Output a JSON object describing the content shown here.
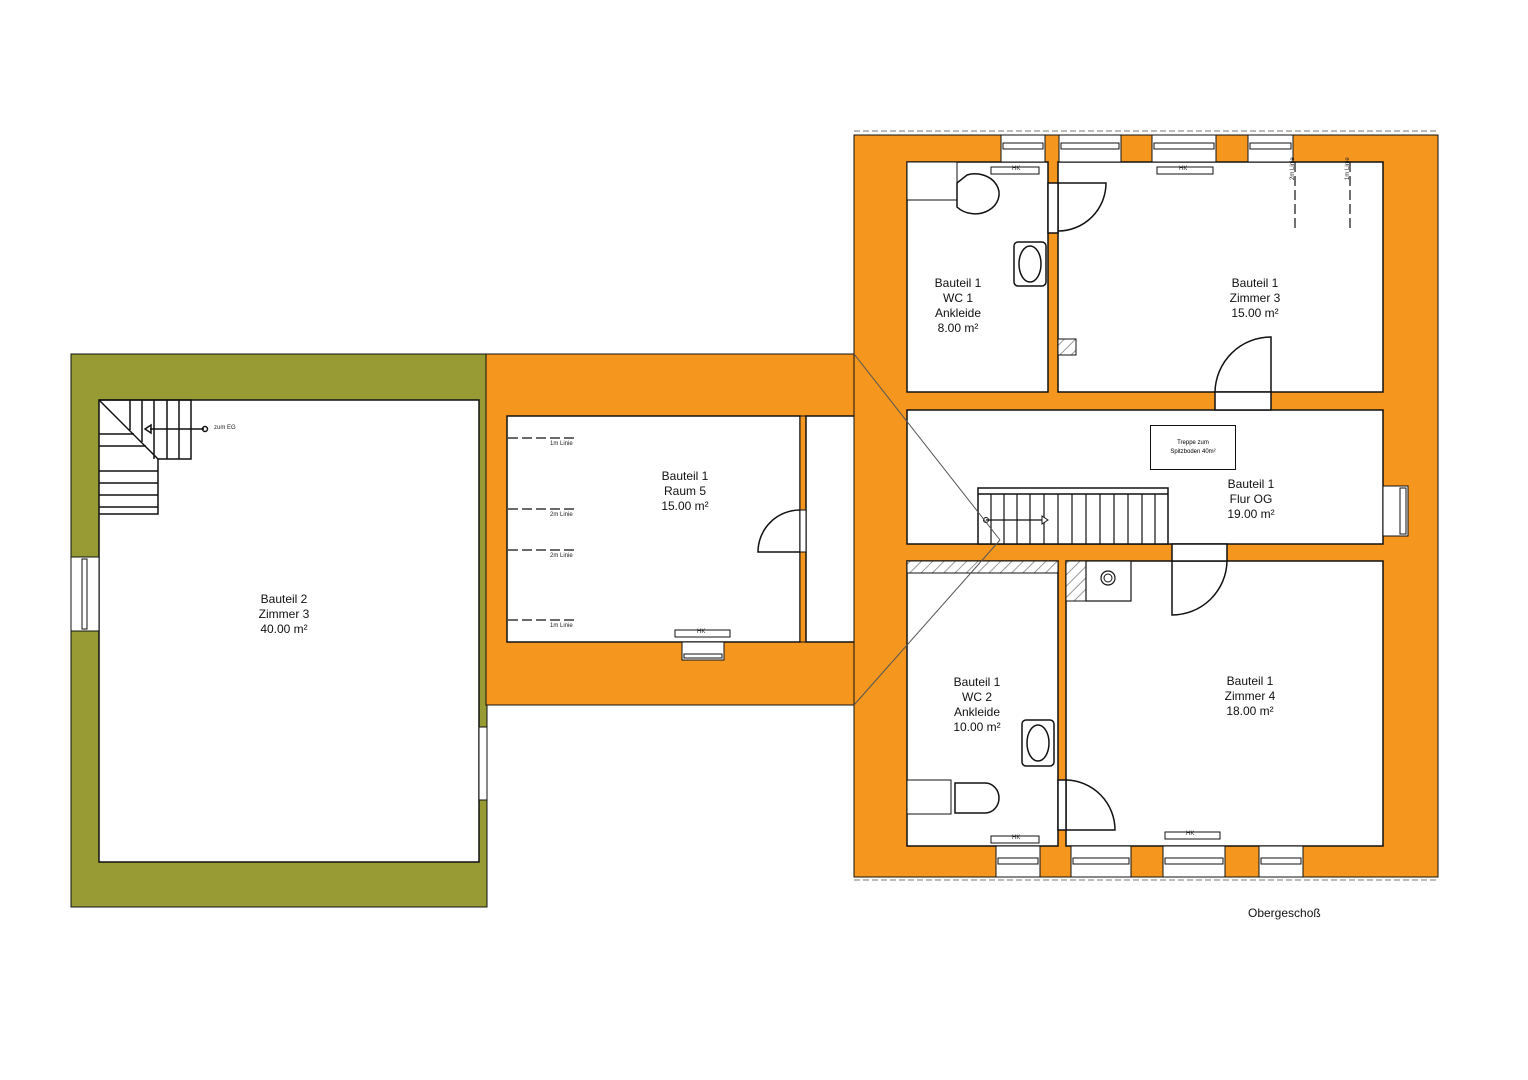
{
  "plan": {
    "title": "Obergeschoß",
    "colors": {
      "bauteil1_wall": "#f5961e",
      "bauteil2_wall": "#989a34",
      "room_fill": "#ffffff",
      "line": "#111111"
    },
    "rooms": [
      {
        "id": "b2-zimmer3",
        "building": "Bauteil 2",
        "name": "Zimmer 3",
        "area": "40.00 m²"
      },
      {
        "id": "b1-raum5",
        "building": "Bauteil 1",
        "name": "Raum 5",
        "area": "15.00 m²"
      },
      {
        "id": "b1-wc1",
        "building": "Bauteil 1",
        "name": "WC 1",
        "name2": "Ankleide",
        "area": "8.00 m²"
      },
      {
        "id": "b1-zimmer3",
        "building": "Bauteil 1",
        "name": "Zimmer 3",
        "area": "15.00 m²"
      },
      {
        "id": "b1-flur",
        "building": "Bauteil 1",
        "name": "Flur OG",
        "area": "19.00 m²"
      },
      {
        "id": "b1-wc2",
        "building": "Bauteil 1",
        "name": "WC 2",
        "name2": "Ankleide",
        "area": "10.00 m²"
      },
      {
        "id": "b1-zimmer4",
        "building": "Bauteil 1",
        "name": "Zimmer 4",
        "area": "18.00 m²"
      }
    ],
    "annotations": {
      "stairs_down": "zum EG",
      "attic_stairs_line1": "Treppe zum",
      "attic_stairs_line2": "Spitzboden 40m²",
      "heater": "HK",
      "line_1m": "1m Linie",
      "line_2m": "2m Linie"
    }
  }
}
